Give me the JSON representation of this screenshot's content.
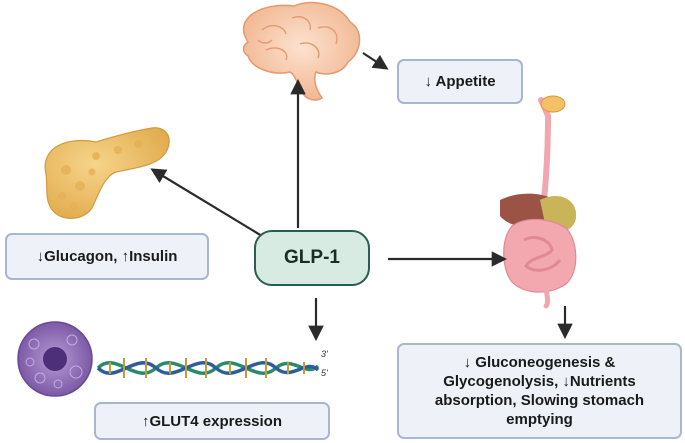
{
  "center": {
    "label": "GLP-1"
  },
  "effects": {
    "appetite": "↓ Appetite",
    "pancreas": "↓Glucagon, ↑Insulin",
    "muscle": "↑GLUT4 expression",
    "gut_line1": "↓ Gluconeogenesis &",
    "gut_line2": "Glycogenolysis, ↓Nutrients",
    "gut_line3": "absorption, Slowing stomach",
    "gut_line4": "emptying"
  },
  "dna_labels": {
    "end_3": "3'",
    "end_5": "5'"
  },
  "colors": {
    "box_fill": "#eef2f8",
    "box_border": "#a9b6cf",
    "center_fill": "#d8ebe2",
    "center_border": "#2a5c52",
    "arrow": "#2b2b2b"
  },
  "icons": [
    "brain-icon",
    "pancreas-icon",
    "digestive-system-icon",
    "muscle-cell-icon",
    "dna-icon"
  ]
}
